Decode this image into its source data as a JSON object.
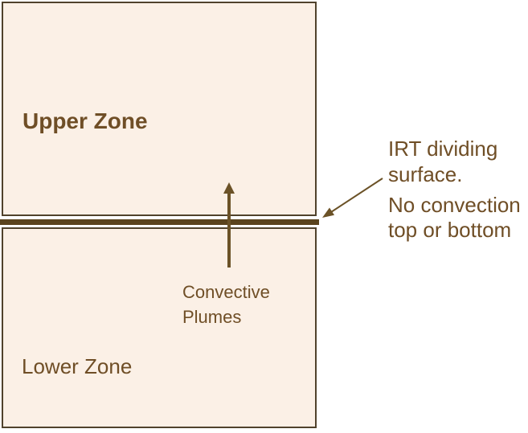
{
  "diagram": {
    "upper_zone_label": "Upper Zone",
    "lower_zone_label": "Lower Zone",
    "convective_plumes_label": "Convective Plumes",
    "irt_label": "IRT dividing surface.",
    "no_convection_label": "No convection top or bottom"
  },
  "icons": {
    "up_arrow": "convective-plumes-up-arrow",
    "pointer_arrow": "irt-pointer-arrow"
  },
  "colors": {
    "background": "#ffffff",
    "zone_fill": "#fbf0e6",
    "zone_border": "#50422c",
    "divider": "#5a431d",
    "text_brown": "#6f4e26",
    "arrow_brown": "#6b5227"
  }
}
